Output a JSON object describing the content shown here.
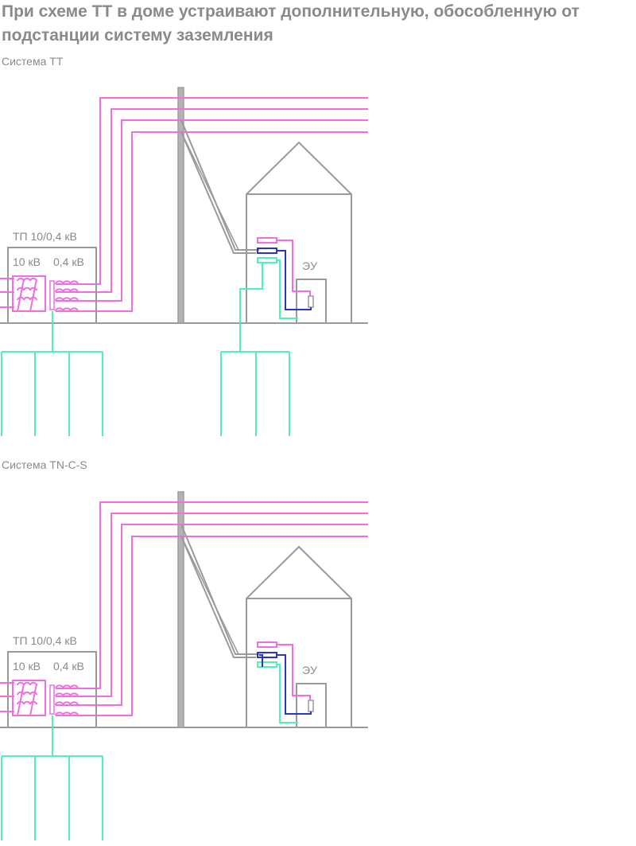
{
  "title": "При схеме ТТ в доме устраивают дополнительную, обособленную от подстанции систему заземления",
  "colors": {
    "gray": "#9a9a9a",
    "pole": "#b3b3b3",
    "phase": "#f06ee0",
    "earth": "#4ef0c0",
    "neutral": "#2a34c8",
    "text": "#8a8a8a"
  },
  "diagrams": [
    {
      "label": "Система ТТ",
      "substation_label": "ТП 10/0,4 кВ",
      "hv_label": "10 кВ",
      "lv_label": "0,4 кВ",
      "equipment_label": "ЭУ",
      "house_earth": "separate"
    },
    {
      "label": "Система TN-C-S",
      "substation_label": "ТП 10/0,4 кВ",
      "hv_label": "10 кВ",
      "lv_label": "0,4 кВ",
      "equipment_label": "ЭУ",
      "house_earth": "none"
    }
  ]
}
